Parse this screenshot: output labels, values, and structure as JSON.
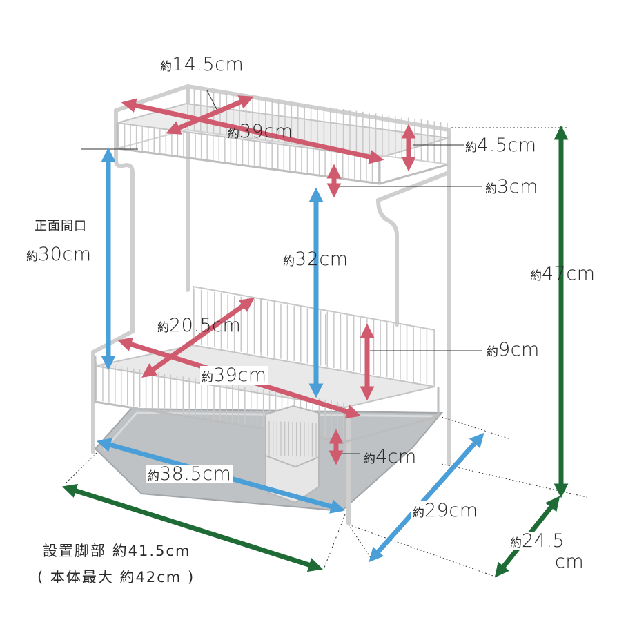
{
  "colors": {
    "red_arrow": "#d05a6e",
    "blue_arrow": "#4a9fd8",
    "green_arrow": "#1f6b35",
    "wire": "#c9c9c9",
    "tray": "#b9bcbf"
  },
  "labels": {
    "top_depth": {
      "prefix": "約",
      "value": "14.5cm"
    },
    "top_width": {
      "prefix": "約",
      "value": "39cm"
    },
    "top_rail_height": {
      "prefix": "約",
      "value": "4.5cm"
    },
    "top_gap": {
      "prefix": "約",
      "value": "3cm"
    },
    "front_opening_title": "正面間口",
    "front_opening": {
      "prefix": "約",
      "value": "30cm"
    },
    "inner_height": {
      "prefix": "約",
      "value": "32cm"
    },
    "total_height": {
      "prefix": "約",
      "value": "47cm"
    },
    "bottom_depth": {
      "prefix": "約",
      "value": "20.5cm"
    },
    "bottom_width": {
      "prefix": "約",
      "value": "39cm"
    },
    "bottom_rail_height": {
      "prefix": "約",
      "value": "9cm"
    },
    "basket_gap": {
      "prefix": "約",
      "value": "4cm"
    },
    "tray_width": {
      "prefix": "約",
      "value": "38.5cm"
    },
    "tray_depth": {
      "prefix": "約",
      "value": "29cm"
    },
    "base_depth": {
      "prefix": "約",
      "value": "24.5",
      "unit": "cm"
    },
    "base_width_line": "設置脚部 約41.5cm",
    "body_max_line": "( 本体最大 約42cm )"
  }
}
